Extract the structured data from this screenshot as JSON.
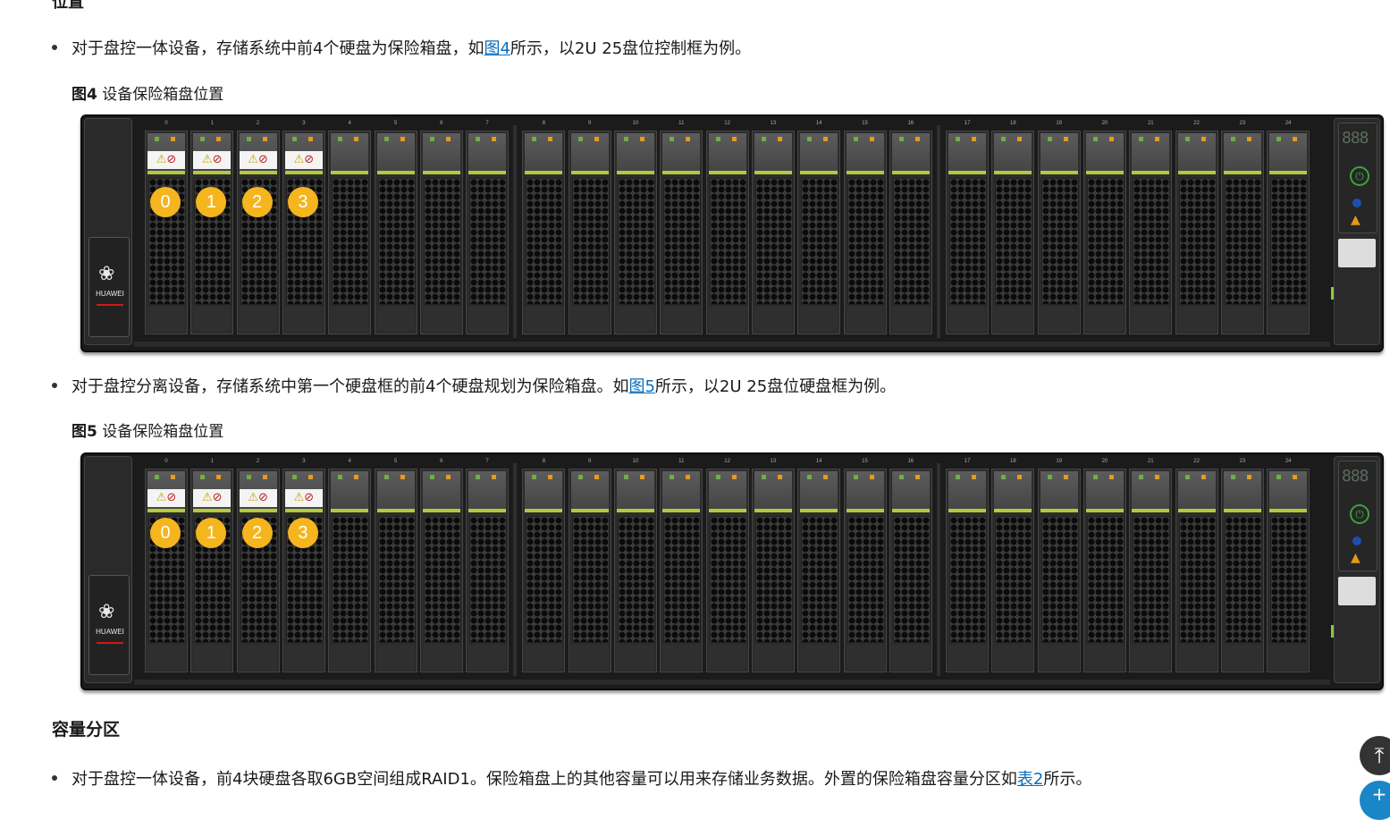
{
  "top_heading": "位置",
  "bullet1": {
    "before": "对于盘控一体设备，存储系统中前4个硬盘为保险箱盘，如",
    "link": "图4",
    "after": "所示，以2U 25盘位控制框为例。"
  },
  "fig4": {
    "label": "图4",
    "title": "设备保险箱盘位置"
  },
  "bullet2": {
    "before": "对于盘控分离设备，存储系统中第一个硬盘框的前4个硬盘规划为保险箱盘。如",
    "link": "图5",
    "after": "所示，以2U 25盘位硬盘框为例。"
  },
  "fig5": {
    "label": "图5",
    "title": "设备保险箱盘位置"
  },
  "section_title": "容量分区",
  "bullet3": {
    "before": "对于盘控一体设备，前4块硬盘各取6GB空间组成RAID1。保险箱盘上的其他容量可以用来存储业务数据。外置的保险箱盘容量分区如",
    "link": "表2",
    "after": "所示。"
  },
  "chassis": {
    "brand": "HUAWEI",
    "display": "888",
    "slots": [
      "0",
      "1",
      "2",
      "3",
      "4",
      "5",
      "6",
      "7",
      "8",
      "9",
      "10",
      "11",
      "12",
      "13",
      "14",
      "15",
      "16",
      "17",
      "18",
      "19",
      "20",
      "21",
      "22",
      "23",
      "24"
    ],
    "vault_badges": [
      "0",
      "1",
      "2",
      "3"
    ],
    "colors": {
      "badge": "#f4b51e",
      "led_green": "#6fae46",
      "led_orange": "#e69a1e",
      "status_bar": "#b4c93c"
    }
  },
  "icons": {
    "back_to_top": "back-to-top-icon",
    "help": "help-icon"
  }
}
